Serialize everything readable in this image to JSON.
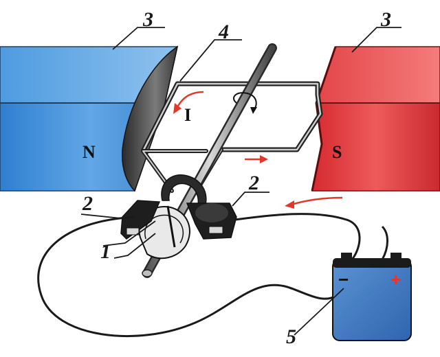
{
  "diagram": {
    "labels": {
      "commutator": "1",
      "brushes_left": "2",
      "brushes_right": "2",
      "magnet_left": "3",
      "magnet_right": "3",
      "frame": "4",
      "battery": "5"
    },
    "poles": {
      "north": "N",
      "south": "S"
    },
    "current_symbol": "I",
    "battery_terminals": {
      "negative": "−",
      "positive": "+"
    }
  },
  "colors": {
    "north_pole": "#3a86d4",
    "south_pole": "#d9343a",
    "battery": "#3c78c0",
    "arrows": "#e2382c",
    "wire": "#1a1a1a"
  }
}
